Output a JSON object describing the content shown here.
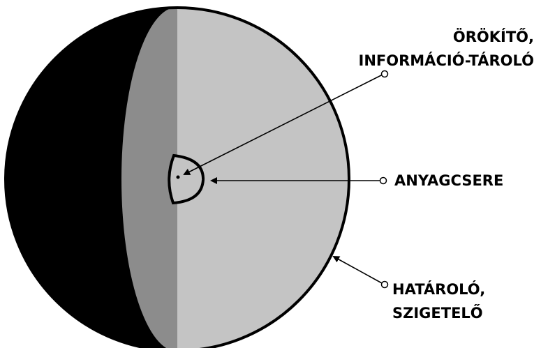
{
  "labels": {
    "genetic": {
      "line1": "ÖRÖKÍTŐ,",
      "line2": "INFORMÁCIÓ-TÁROLÓ"
    },
    "metabolism": {
      "text": "ANYAGCSERE"
    },
    "boundary": {
      "line1": "HATÁROLÓ,",
      "line2": "SZIGETELŐ"
    }
  },
  "colors": {
    "background": "#ffffff",
    "shadow": "#000000",
    "mid_band": "#8c8c8c",
    "light_face": "#c4c4c4",
    "outline": "#000000"
  }
}
